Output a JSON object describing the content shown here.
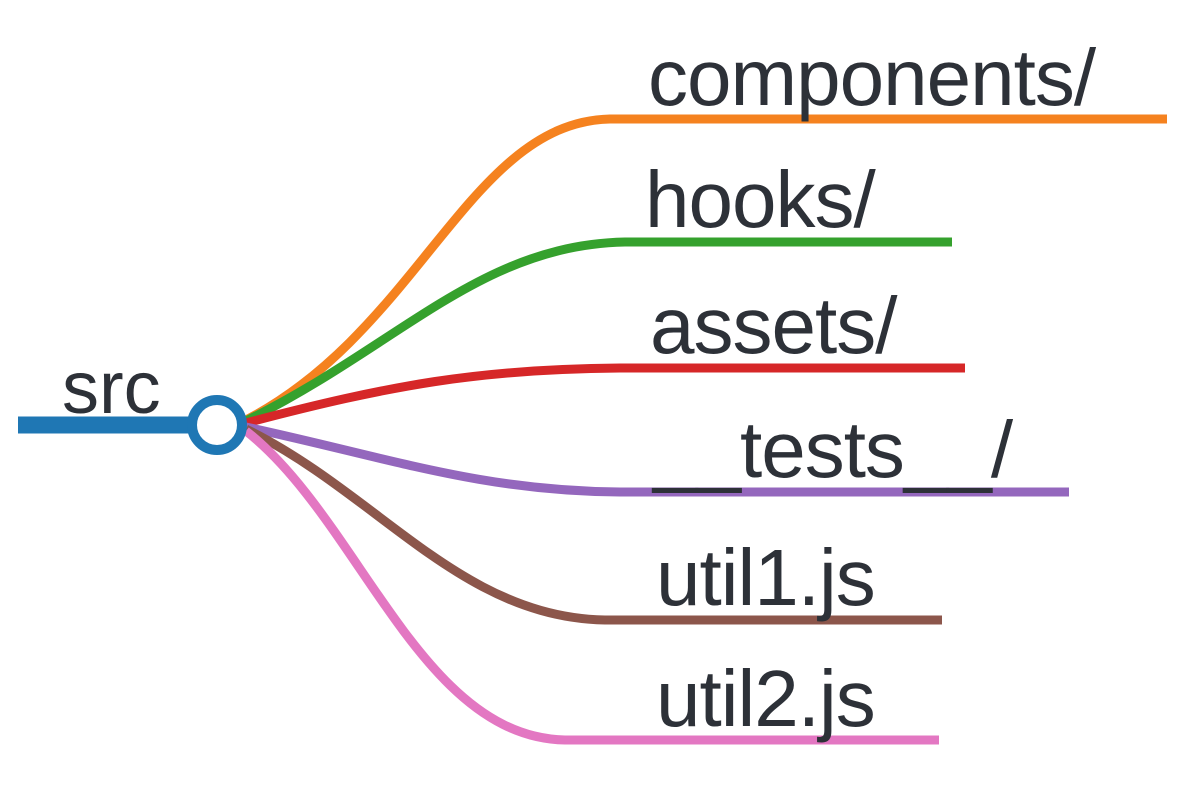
{
  "diagram": {
    "background": "#ffffff",
    "text_color": "#2d3138",
    "root": {
      "label": "src",
      "color": "#1f77b4",
      "node": "circle-node"
    },
    "branches": [
      {
        "label": "components/",
        "color": "#f5821f"
      },
      {
        "label": "hooks/",
        "color": "#35a12d"
      },
      {
        "label": "assets/",
        "color": "#d62728"
      },
      {
        "label": "__tests__/",
        "color": "#9467bd"
      },
      {
        "label": "util1.js",
        "color": "#8c564b"
      },
      {
        "label": "util2.js",
        "color": "#e377c2"
      }
    ]
  }
}
